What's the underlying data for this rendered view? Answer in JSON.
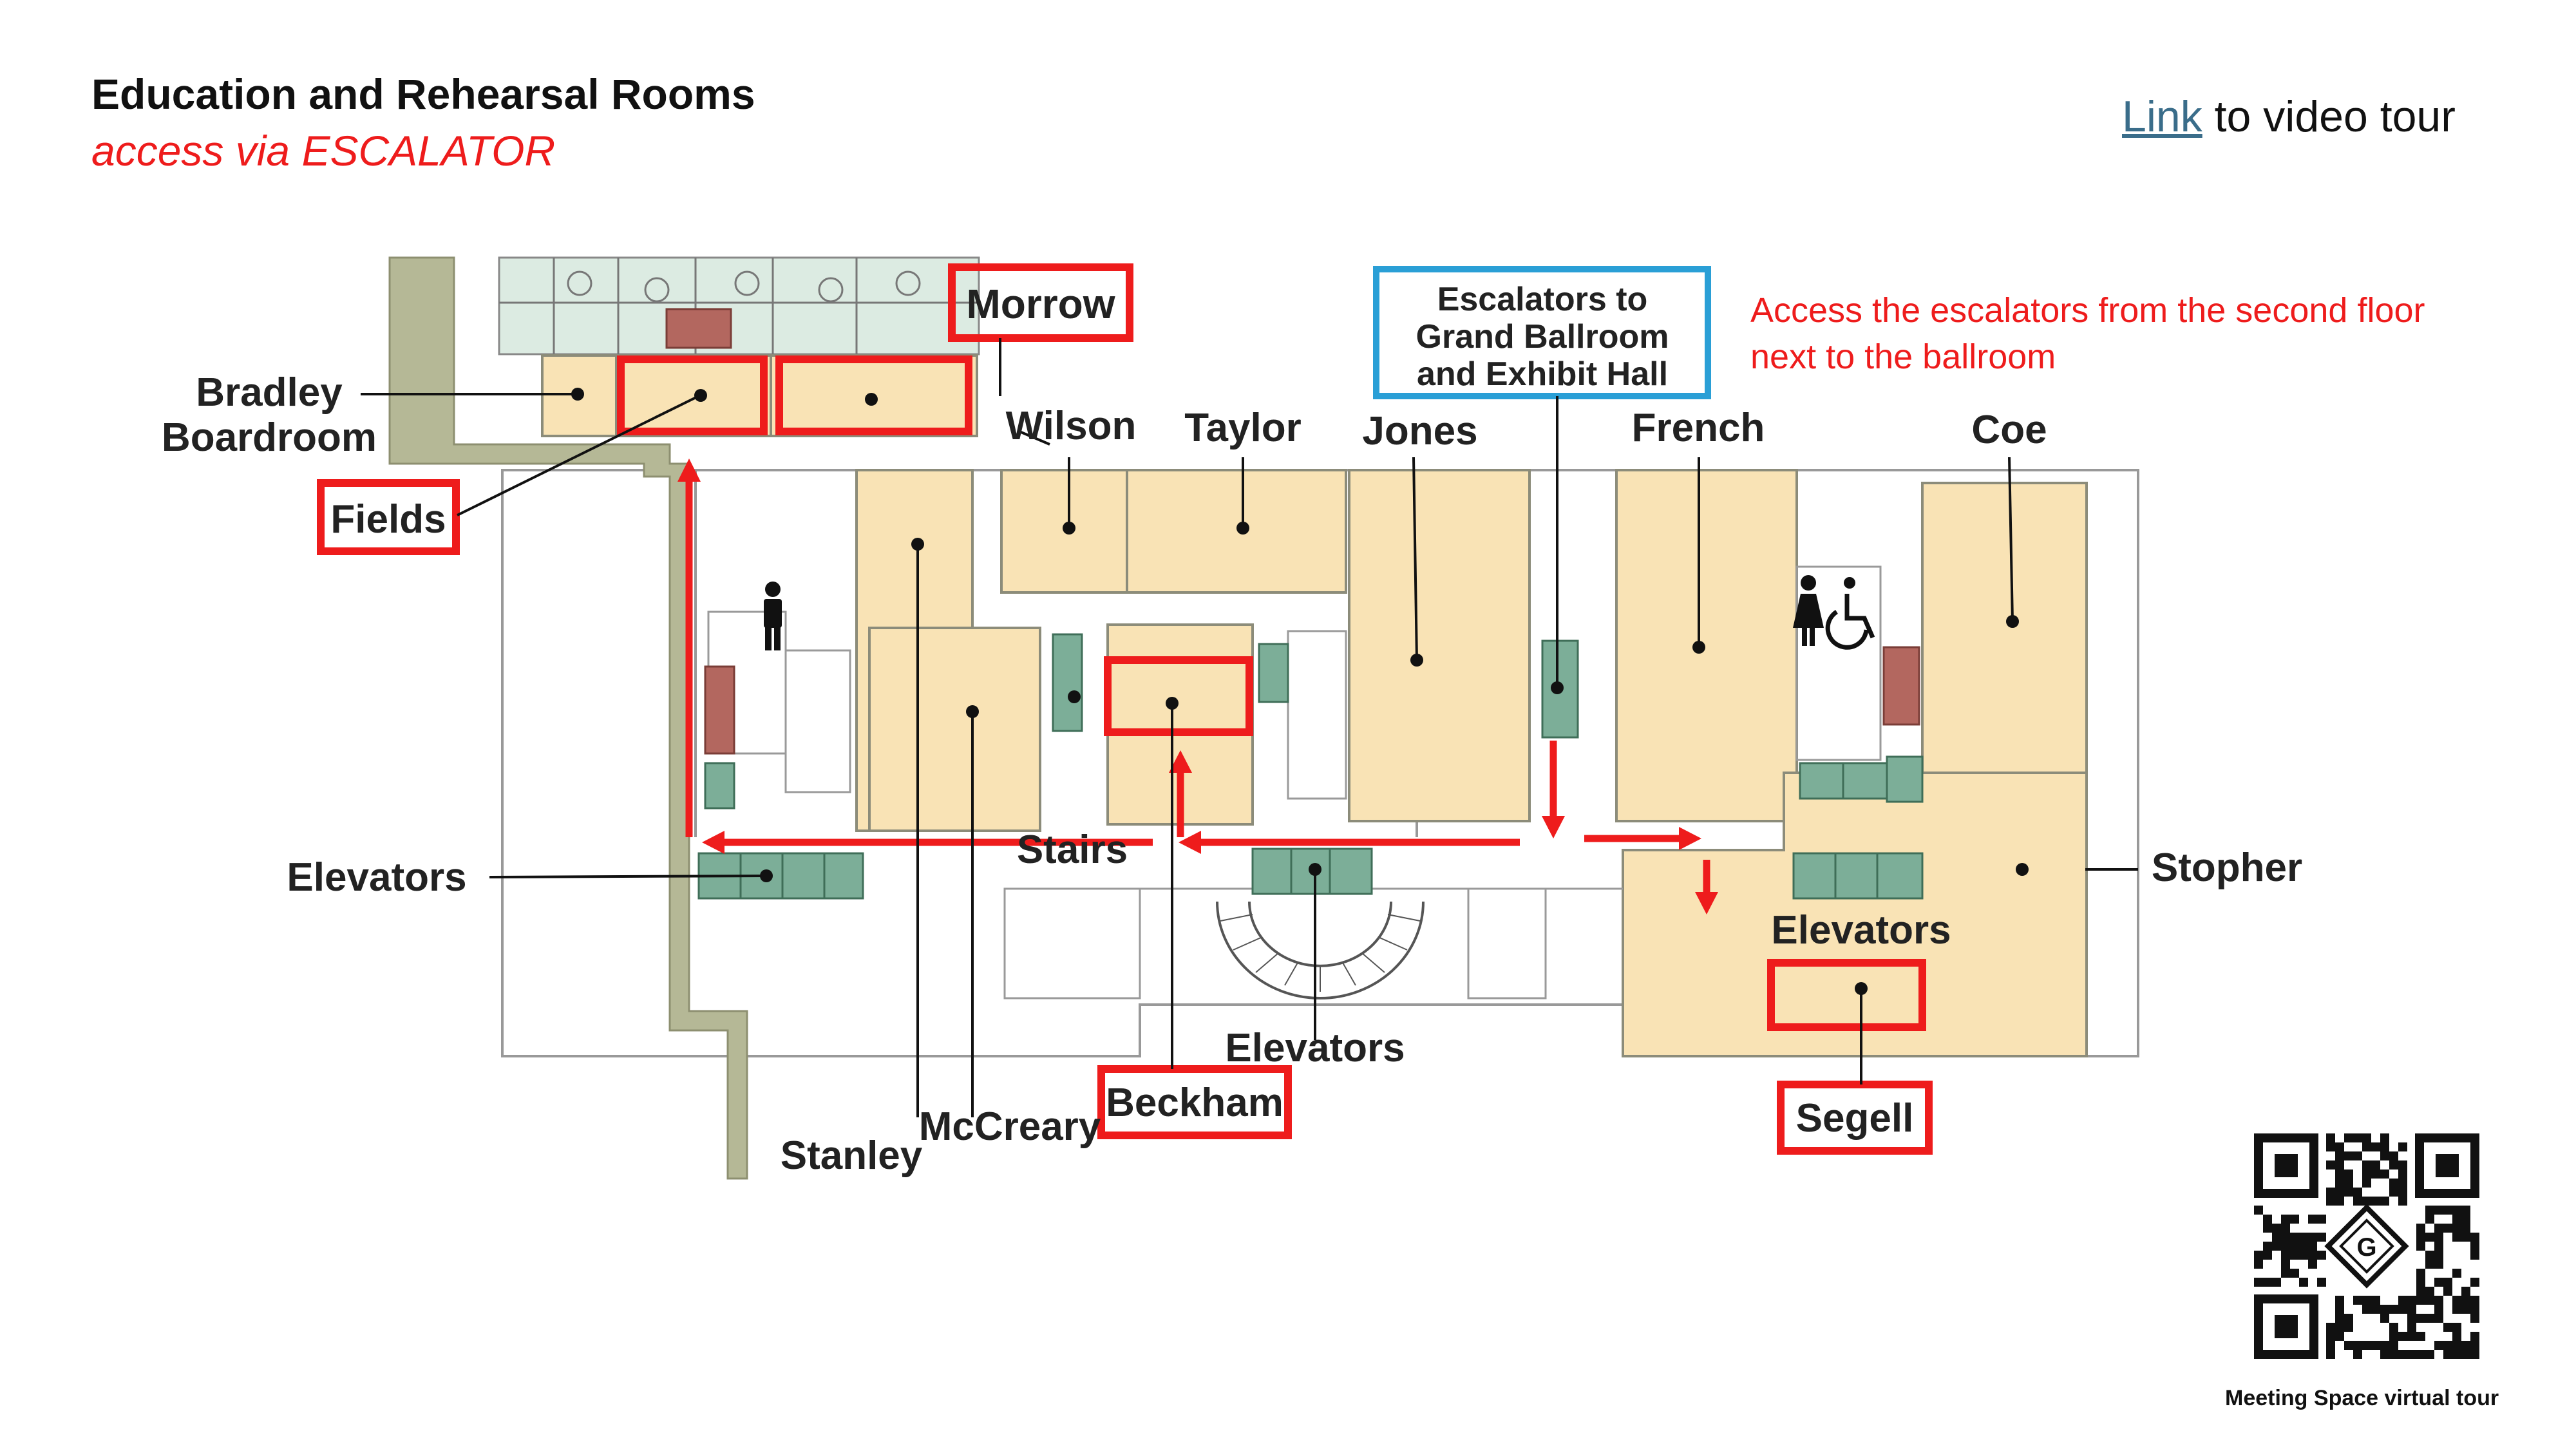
{
  "header": {
    "title": "Education and Rehearsal Rooms",
    "subtitle": "access via ESCALATOR"
  },
  "video_tour": {
    "link_text": "Link",
    "rest_text": " to video tour"
  },
  "note": "Access the escalators from the second floor next to the ballroom",
  "escalator_callout": {
    "line1": "Escalators to",
    "line2": "Grand Ballroom",
    "line3": "and Exhibit Hall"
  },
  "rooms": {
    "morrow": "Morrow",
    "bradley_line1": "Bradley",
    "bradley_line2": "Boardroom",
    "fields": "Fields",
    "wilson": "Wilson",
    "taylor": "Taylor",
    "jones": "Jones",
    "french": "French",
    "coe": "Coe",
    "stopher": "Stopher",
    "beckham": "Beckham",
    "mccreary": "McCreary",
    "stanley": "Stanley",
    "segell": "Segell"
  },
  "facilities": {
    "elevators_left": "Elevators",
    "elevators_center": "Elevators",
    "elevators_right": "Elevators",
    "stairs": "Stairs"
  },
  "qr": {
    "caption": "Meeting Space virtual tour",
    "center_letter": "G"
  },
  "colors": {
    "room_fill": "#f9e3b5",
    "highlight_red": "#ee1c1c",
    "callout_blue": "#2a9fd6",
    "elevator_green": "#7cae98",
    "wall_khaki": "#b5b896",
    "link_blue": "#3a6d8a"
  }
}
